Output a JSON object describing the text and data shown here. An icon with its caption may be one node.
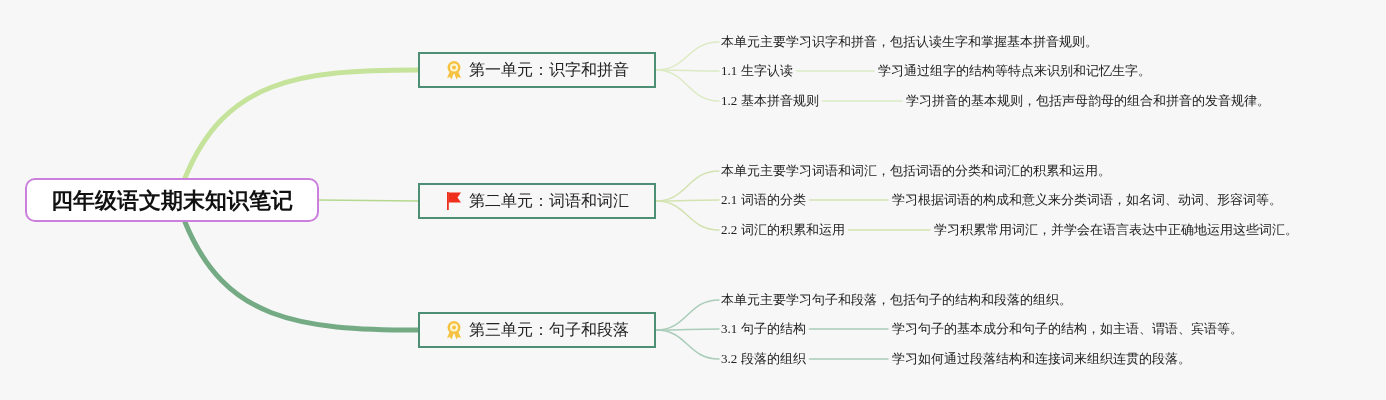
{
  "diagram": {
    "nodes": [
      {
        "text": [
          "四年级语文期末知识笔记"
        ]
      },
      {
        "text": [
          "第一单元：识字和拼音"
        ]
      },
      {
        "text": [
          "本单元主要学习识字和拼音，包括认读生字和掌握基本拼音规则。"
        ]
      },
      {
        "text": [
          "1.1 生字认读"
        ]
      },
      {
        "text": [
          "学习通过组字的结构等特点来识别和记忆生字。"
        ]
      },
      {
        "text": [
          "1.2 基本拼音规则"
        ]
      },
      {
        "text": [
          "学习拼音的基本规则，包括声母韵母的组合和拼音的发音规律。"
        ]
      },
      {
        "text": [
          "第二单元：词语和词汇"
        ]
      },
      {
        "text": [
          "本单元主要学习词语和词汇，包括词语的分类和词汇的积累和运用。"
        ]
      },
      {
        "text": [
          "2.1 词语的分类"
        ]
      },
      {
        "text": [
          "学习根据词语的构成和意义来分类词语，如名词、动词、形容词等。"
        ]
      },
      {
        "text": [
          "2.2 词汇的积累和运用"
        ]
      },
      {
        "text": [
          "学习积累常用词汇，并学会在语言表达中正确地运用这些词汇。"
        ]
      },
      {
        "text": [
          "第三单元：句子和段落"
        ]
      },
      {
        "text": [
          "本单元主要学习句子和段落，包括句子的结构和段落的组织。"
        ]
      },
      {
        "text": [
          "3.1 句子的结构"
        ]
      },
      {
        "text": [
          "学习句子的基本成分和句子的结构，如主语、谓语、宾语等。"
        ]
      },
      {
        "text": [
          "3.2 段落的组织"
        ]
      },
      {
        "text": [
          "学习如何通过段落结构和连接词来组织连贯的段落。"
        ]
      }
    ],
    "edges": [
      {
        "from": 0,
        "to": 1,
        "arrow": "none",
        "style": "thick",
        "color": "#c5e39b"
      },
      {
        "from": 0,
        "to": 7,
        "arrow": "none",
        "color": "#b5d88e"
      },
      {
        "from": 0,
        "to": 13,
        "arrow": "none",
        "style": "thick",
        "color": "#74ab84"
      },
      {
        "from": 1,
        "to": 2,
        "arrow": "none",
        "color": "#dcebc4"
      },
      {
        "from": 1,
        "to": 3,
        "arrow": "none",
        "color": "#dcebc4"
      },
      {
        "from": 1,
        "to": 5,
        "arrow": "none",
        "color": "#dcebc4"
      },
      {
        "from": 3,
        "to": 4,
        "arrow": "none",
        "color": "#dcebc4"
      },
      {
        "from": 5,
        "to": 6,
        "arrow": "none",
        "color": "#dcebc4"
      },
      {
        "from": 7,
        "to": 8,
        "arrow": "none",
        "color": "#d3e3b0"
      },
      {
        "from": 7,
        "to": 9,
        "arrow": "none",
        "color": "#d3e3b0"
      },
      {
        "from": 7,
        "to": 11,
        "arrow": "none",
        "color": "#d3e3b0"
      },
      {
        "from": 9,
        "to": 10,
        "arrow": "none",
        "color": "#d3e3b0"
      },
      {
        "from": 11,
        "to": 12,
        "arrow": "none",
        "color": "#d3e3b0"
      },
      {
        "from": 13,
        "to": 14,
        "arrow": "none",
        "color": "#a9cdb8"
      },
      {
        "from": 13,
        "to": 15,
        "arrow": "none",
        "color": "#a9cdb8"
      },
      {
        "from": 13,
        "to": 17,
        "arrow": "none",
        "color": "#a9cdb8"
      },
      {
        "from": 15,
        "to": 16,
        "arrow": "none",
        "color": "#a9cdb8"
      },
      {
        "from": 17,
        "to": 18,
        "arrow": "none",
        "color": "#a9cdb8"
      }
    ]
  }
}
